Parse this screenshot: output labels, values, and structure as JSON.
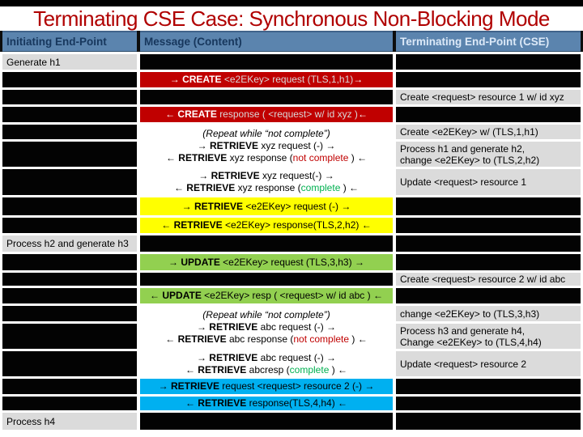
{
  "title": "Terminating CSE Case: Synchronous Non-Blocking Mode",
  "colors": {
    "title-red": "#B00000",
    "header-blue": "#5B84AE",
    "header-text-dark": "#17375D",
    "header-text-light": "#DCE9F8",
    "accent-red": "#C00000",
    "accent-yellow": "#FFFF00",
    "accent-green": "#92D050",
    "accent-cyan": "#00B0F0",
    "gray-cell": "#DBDBDB",
    "text-red": "#C00000",
    "text-green": "#00B050"
  },
  "table": {
    "headers": [
      "Initiating End-Point",
      "Message (Content)",
      "Terminating End-Point (CSE)"
    ]
  },
  "iep": {
    "generate_h1": "Generate h1",
    "process_h2_h3": "Process h2 and generate h3",
    "process_h4": "Process h4"
  },
  "msg": {
    "create_req": [
      [
        {
          "t": "→ ",
          "s": "b"
        },
        {
          "t": "CREATE ",
          "s": "b"
        },
        {
          "t": "<e2EKey> request (TLS,1,h1)"
        },
        {
          "t": "→",
          "s": "b"
        }
      ]
    ],
    "create_resp": [
      [
        {
          "t": "← ",
          "s": "b"
        },
        {
          "t": "CREATE ",
          "s": "b"
        },
        {
          "t": "response ( <request> w/ id xyz )"
        },
        {
          "t": "←",
          "s": "b"
        }
      ]
    ],
    "repeat_xyz": [
      [
        {
          "t": "(Repeat while “not complete”)",
          "s": "i"
        }
      ],
      [
        {
          "t": "→ ",
          "s": "b"
        },
        {
          "t": "RETRIEVE ",
          "s": "b"
        },
        {
          "t": "xyz request (-) "
        },
        {
          "t": "→",
          "s": "b"
        }
      ],
      [
        {
          "t": "← ",
          "s": "b"
        },
        {
          "t": "RETRIEVE ",
          "s": "b"
        },
        {
          "t": "xyz response ("
        },
        {
          "t": "not complete ",
          "s": "red"
        },
        {
          "t": ") "
        },
        {
          "t": "←",
          "s": "b"
        }
      ]
    ],
    "retrieve_xyz_complete": [
      [
        {
          "t": "→ ",
          "s": "b"
        },
        {
          "t": "RETRIEVE ",
          "s": "b"
        },
        {
          "t": "xyz request(-) "
        },
        {
          "t": "→",
          "s": "b"
        }
      ],
      [
        {
          "t": "← ",
          "s": "b"
        },
        {
          "t": "RETRIEVE ",
          "s": "b"
        },
        {
          "t": "xyz response ("
        },
        {
          "t": "complete ",
          "s": "green"
        },
        {
          "t": ") "
        },
        {
          "t": "←",
          "s": "b"
        }
      ]
    ],
    "retrieve_key_req": [
      [
        {
          "t": "→ ",
          "s": "b"
        },
        {
          "t": "RETRIEVE ",
          "s": "b"
        },
        {
          "t": "<e2EKey> request (-) "
        },
        {
          "t": "→",
          "s": "b"
        }
      ]
    ],
    "retrieve_key_resp": [
      [
        {
          "t": "← ",
          "s": "b"
        },
        {
          "t": "RETRIEVE ",
          "s": "b"
        },
        {
          "t": "<e2EKey> response(TLS,2,h2) "
        },
        {
          "t": "←",
          "s": "b"
        }
      ]
    ],
    "update_req": [
      [
        {
          "t": "→ ",
          "s": "b"
        },
        {
          "t": "UPDATE ",
          "s": "b"
        },
        {
          "t": "<e2EKey> request (TLS,3,h3) "
        },
        {
          "t": "→",
          "s": "b"
        }
      ]
    ],
    "update_resp": [
      [
        {
          "t": "← ",
          "s": "b"
        },
        {
          "t": "UPDATE ",
          "s": "b"
        },
        {
          "t": "<e2EKey> resp ( <request> w/ id abc ) "
        },
        {
          "t": "←",
          "s": "b"
        }
      ]
    ],
    "repeat_abc": [
      [
        {
          "t": "(Repeat while “not complete”)",
          "s": "i"
        }
      ],
      [
        {
          "t": "→ ",
          "s": "b"
        },
        {
          "t": "RETRIEVE ",
          "s": "b"
        },
        {
          "t": "abc request (-) "
        },
        {
          "t": "→",
          "s": "b"
        }
      ],
      [
        {
          "t": "← ",
          "s": "b"
        },
        {
          "t": "RETRIEVE ",
          "s": "b"
        },
        {
          "t": "abc response ("
        },
        {
          "t": "not complete ",
          "s": "red"
        },
        {
          "t": ") "
        },
        {
          "t": "←",
          "s": "b"
        }
      ]
    ],
    "retrieve_abc_complete": [
      [
        {
          "t": "→ ",
          "s": "b"
        },
        {
          "t": "RETRIEVE ",
          "s": "b"
        },
        {
          "t": "abc request (-) "
        },
        {
          "t": "→",
          "s": "b"
        }
      ],
      [
        {
          "t": "← ",
          "s": "b"
        },
        {
          "t": "RETRIEVE ",
          "s": "b"
        },
        {
          "t": "abcresp ("
        },
        {
          "t": "complete ",
          "s": "green"
        },
        {
          "t": ") "
        },
        {
          "t": "←",
          "s": "b"
        }
      ]
    ],
    "retrieve_res2_req": [
      [
        {
          "t": "→ ",
          "s": "b"
        },
        {
          "t": "RETRIEVE ",
          "s": "b"
        },
        {
          "t": "request <request> resource 2 (-) "
        },
        {
          "t": "→",
          "s": "b"
        }
      ]
    ],
    "retrieve_res2_resp": [
      [
        {
          "t": "← ",
          "s": "b"
        },
        {
          "t": "RETRIEVE ",
          "s": "b"
        },
        {
          "t": "response(TLS,4,h4) "
        },
        {
          "t": "←",
          "s": "b"
        }
      ]
    ]
  },
  "cse": {
    "create_res1": [
      [
        {
          "t": "Create <request> resource 1 w/ id xyz"
        }
      ]
    ],
    "create_key": [
      [
        {
          "t": "Create <e2EKey>  w/ (TLS,1,h1)"
        }
      ]
    ],
    "process_h1": [
      [
        {
          "t": "Process h1 and generate h2,"
        }
      ],
      [
        {
          "t": "change <e2EKey> to (TLS,2,h2)"
        }
      ]
    ],
    "update_res1": [
      [
        {
          "t": "Update <request> resource 1"
        }
      ]
    ],
    "create_res2": [
      [
        {
          "t": "Create <request> resource 2 w/ id abc"
        }
      ]
    ],
    "change_key3": [
      [
        {
          "t": "change <e2EKey> to (TLS,3,h3)"
        }
      ]
    ],
    "process_h3": [
      [
        {
          "t": "Process h3 and generate h4,"
        }
      ],
      [
        {
          "t": "Change <e2EKey> to (TLS,4,h4)"
        }
      ]
    ],
    "update_res2": [
      [
        {
          "t": "Update <request> resource 2"
        }
      ]
    ]
  }
}
